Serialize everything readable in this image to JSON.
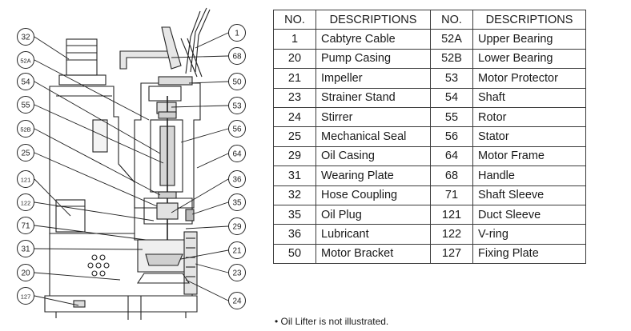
{
  "callouts_left": [
    "32",
    "52A",
    "54",
    "55",
    "52B",
    "25",
    "121",
    "122",
    "71",
    "31",
    "20",
    "127"
  ],
  "callouts_right": [
    "1",
    "68",
    "50",
    "53",
    "56",
    "64",
    "36",
    "35",
    "29",
    "21",
    "23",
    "24"
  ],
  "table": {
    "headers": [
      "NO.",
      "DESCRIPTIONS",
      "NO.",
      "DESCRIPTIONS"
    ],
    "rows": [
      [
        "1",
        "Cabtyre Cable",
        "52A",
        "Upper Bearing"
      ],
      [
        "20",
        "Pump Casing",
        "52B",
        "Lower Bearing"
      ],
      [
        "21",
        "Impeller",
        "53",
        "Motor Protector"
      ],
      [
        "23",
        "Strainer Stand",
        "54",
        "Shaft"
      ],
      [
        "24",
        "Stirrer",
        "55",
        "Rotor"
      ],
      [
        "25",
        "Mechanical Seal",
        "56",
        "Stator"
      ],
      [
        "29",
        "Oil Casing",
        "64",
        "Motor Frame"
      ],
      [
        "31",
        "Wearing Plate",
        "68",
        "Handle"
      ],
      [
        "32",
        "Hose Coupling",
        "71",
        "Shaft Sleeve"
      ],
      [
        "35",
        "Oil Plug",
        "121",
        "Duct Sleeve"
      ],
      [
        "36",
        "Lubricant",
        "122",
        "V-ring"
      ],
      [
        "50",
        "Motor Bracket",
        "127",
        "Fixing Plate"
      ]
    ]
  },
  "footnote": "• Oil Lifter is not illustrated."
}
